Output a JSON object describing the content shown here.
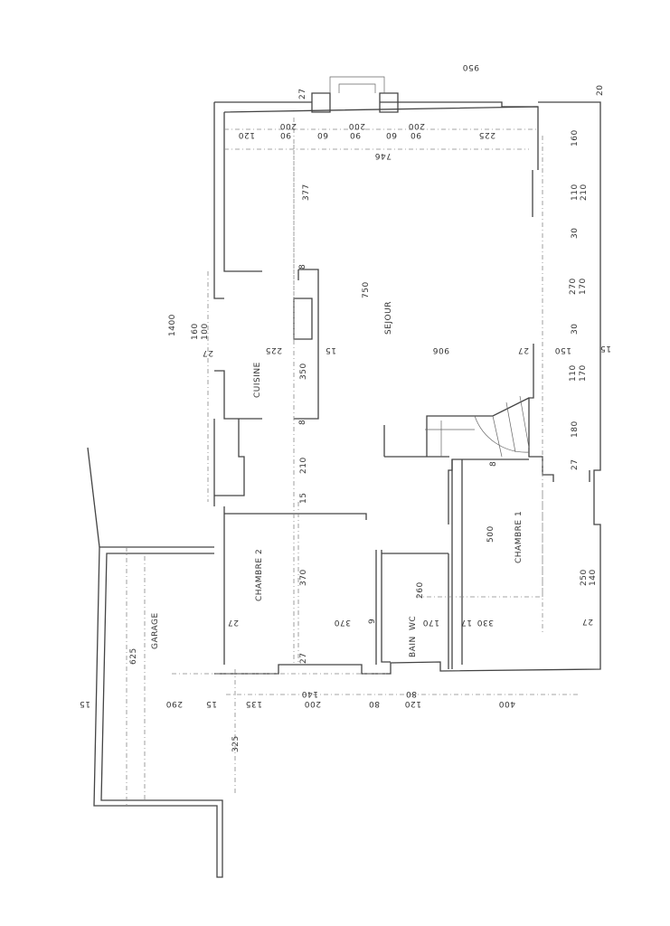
{
  "rooms": {
    "sejour": "SEJOUR",
    "cuisine": "CUISINE",
    "chambre1": "CHAMBRE 1",
    "chambre2": "CHAMBRE 2",
    "garage": "GARAGE",
    "bain": "BAIN",
    "wc": "WC"
  },
  "dims": {
    "d950": "950",
    "d20": "20",
    "d27a": "27",
    "d120": "120",
    "d200a": "200",
    "d90a": "90",
    "d60a": "60",
    "d200b": "200",
    "d90b": "90",
    "d60b": "60",
    "d200c": "200",
    "d90c": "90",
    "d225a": "225",
    "d746": "746",
    "d160a": "160",
    "d110a": "110",
    "d210a": "210",
    "d377": "377",
    "d30a": "30",
    "d270": "270",
    "d170a": "170",
    "d750": "750",
    "d8a": "8",
    "d1400": "1400",
    "d160b": "160",
    "d100": "100",
    "d27b": "27",
    "d225b": "225",
    "d350": "350",
    "d15a": "15",
    "d906": "906",
    "d27c": "27",
    "d150": "150",
    "d30b": "30",
    "d15b": "15",
    "d110b": "110",
    "d170b": "170",
    "d8b": "8",
    "d180": "180",
    "d210b": "210",
    "d8c": "8",
    "d27d": "27",
    "d15c": "15",
    "d500": "500",
    "d250": "250",
    "d140a": "140",
    "d370a": "370",
    "d370b": "370",
    "d9": "9",
    "d27e": "27",
    "d260": "260",
    "d170c": "170",
    "d17": "17",
    "d330": "330",
    "d27f": "27",
    "d625": "625",
    "d27g": "27",
    "d15d": "15",
    "d290": "290",
    "d15e": "15",
    "d135": "135",
    "d200d": "200",
    "d140b": "140",
    "d80a": "80",
    "d120b": "120",
    "d80b": "80",
    "d400": "400",
    "d325": "325"
  }
}
